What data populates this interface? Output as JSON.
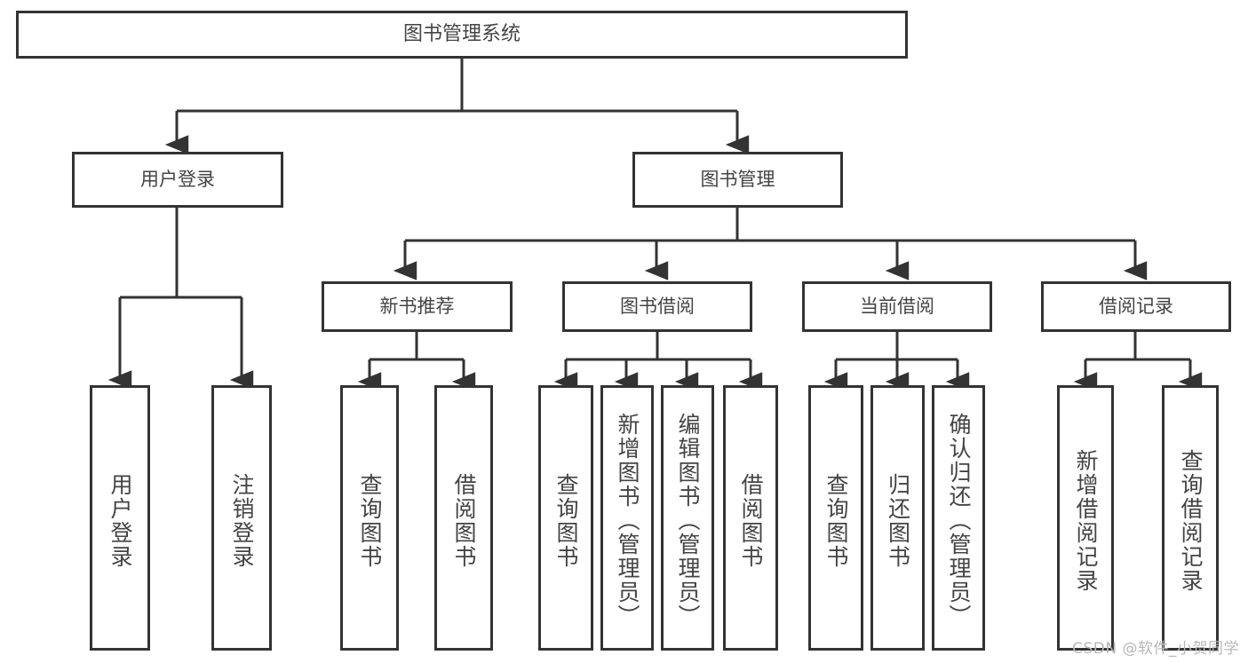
{
  "diagram": {
    "title": "图书管理系统",
    "type": "tree-hierarchy-diagram",
    "colors": {
      "stroke": "#333333",
      "text": "#444444",
      "background": "#ffffff",
      "watermark": "#b8b8b8"
    },
    "levels": {
      "root": {
        "label": "图书管理系统"
      },
      "level2": [
        {
          "label": "用户登录"
        },
        {
          "label": "图书管理"
        }
      ],
      "level3": [
        {
          "label": "新书推荐"
        },
        {
          "label": "图书借阅"
        },
        {
          "label": "当前借阅"
        },
        {
          "label": "借阅记录"
        }
      ],
      "leaves": {
        "user_login": [
          {
            "label": "用户登录"
          },
          {
            "label": "注销登录"
          }
        ],
        "new_book_recommend": [
          {
            "label": "查询图书"
          },
          {
            "label": "借阅图书"
          }
        ],
        "book_borrow": [
          {
            "label": "查询图书"
          },
          {
            "label": "新增图书（管理员）"
          },
          {
            "label": "编辑图书（管理员）"
          },
          {
            "label": "借阅图书"
          }
        ],
        "current_borrow": [
          {
            "label": "查询图书"
          },
          {
            "label": "归还图书"
          },
          {
            "label": "确认归还（管理员）"
          }
        ],
        "borrow_record": [
          {
            "label": "新增借阅记录"
          },
          {
            "label": "查询借阅记录"
          }
        ]
      }
    },
    "watermark": "CSDN @软件_小贺同学"
  }
}
